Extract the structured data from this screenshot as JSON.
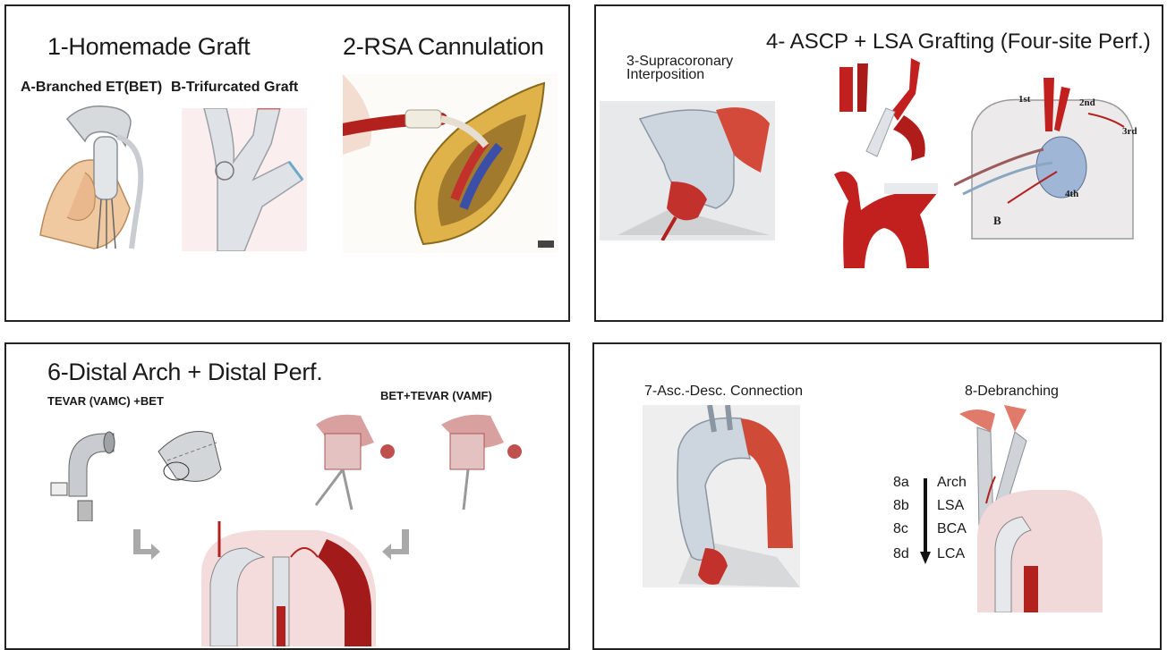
{
  "panel1": {
    "title_graft": "1-Homemade Graft",
    "title_rsa": "2-RSA Cannulation",
    "label_bet": "A-Branched ET(BET)",
    "label_trif": "B-Trifurcated Graft"
  },
  "panel2": {
    "title": "4- ASCP + LSA Grafting (Four-site Perf.)",
    "supra_line1": "3-Supracoronary",
    "supra_line2": "Interposition",
    "site_1": "1st",
    "site_2": "2nd",
    "site_3": "3rd",
    "site_4": "4th",
    "label_b": "B"
  },
  "panel3": {
    "title": "6-Distal Arch + Distal Perf.",
    "label_left": "TEVAR (VAMC) +BET",
    "label_right": "BET+TEVAR (VAMF)"
  },
  "panel4": {
    "title_conn": "7-Asc.-Desc. Connection",
    "title_debranch": "8-Debranching",
    "steps": [
      {
        "code": "8a",
        "name": "Arch"
      },
      {
        "code": "8b",
        "name": "LSA"
      },
      {
        "code": "8c",
        "name": "BCA"
      },
      {
        "code": "8d",
        "name": "LCA"
      }
    ]
  },
  "colors": {
    "aorta_red": "#b4201f",
    "graft_gray": "#cfd3d8",
    "border": "#222222"
  }
}
